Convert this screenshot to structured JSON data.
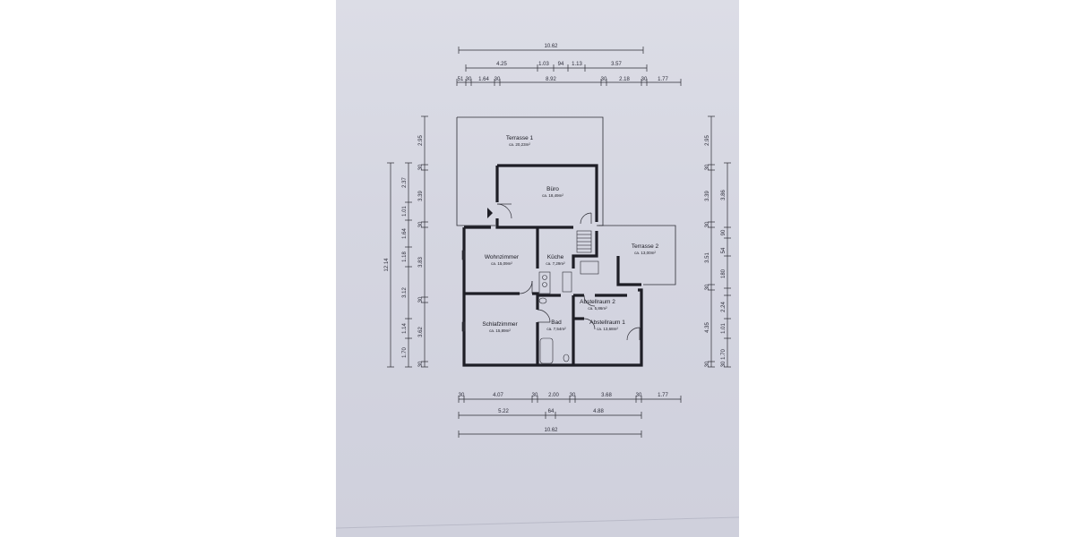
{
  "page": {
    "background": "#ffffff",
    "paper_color": "#d6d7e2",
    "ink_color": "#2b2b33"
  },
  "top_dimensions": {
    "row1": [
      "10.62"
    ],
    "row2": [
      "4.25",
      "1.03",
      "94",
      "1.13",
      "3.57"
    ],
    "row3": [
      "51",
      "30",
      "1.64",
      "30",
      "8.92",
      "30",
      "2.18",
      "30",
      "1.77"
    ]
  },
  "bottom_dimensions": {
    "row1": [
      "30",
      "4.07",
      "30",
      "2.00",
      "30",
      "3.68",
      "30",
      "1.77"
    ],
    "row2": [
      "5.22",
      "64",
      "4.88"
    ],
    "row3": [
      "10.62"
    ]
  },
  "left_dimensions": {
    "outer": [
      "12.14"
    ],
    "middle": [
      "1.70",
      "1.14",
      "3.12",
      "1.18",
      "1.64",
      "1.01",
      "2.37"
    ],
    "inner": [
      "30",
      "3.62",
      "30",
      "3.83",
      "30",
      "3.39",
      "30",
      "2.95"
    ]
  },
  "right_dimensions": {
    "outer": [
      "2.95",
      "30",
      "3.39",
      "3.86"
    ],
    "middle": [
      "30",
      "3.51",
      "54",
      "90",
      "180",
      "30",
      "2.24",
      "1.01",
      "1.70",
      "30"
    ],
    "inner": [
      "4.35",
      "30"
    ]
  },
  "rooms": [
    {
      "name": "Terrasse 1",
      "area": "ca. 20,23m²"
    },
    {
      "name": "Büro",
      "area": "ca. 18,49m²"
    },
    {
      "name": "Terrasse 2",
      "area": "ca. 13,00m²"
    },
    {
      "name": "Wohnzimmer",
      "area": "ca. 15,09m²"
    },
    {
      "name": "Küche",
      "area": "ca. 7,29m²"
    },
    {
      "name": "Abstellraum 2",
      "area": "ca. 5,86m²"
    },
    {
      "name": "Schlafzimmer",
      "area": "ca. 15,89m²"
    },
    {
      "name": "Bad",
      "area": "ca. 7,54m²"
    },
    {
      "name": "Abstellraum 1",
      "area": "ca. 13,68m²"
    }
  ]
}
